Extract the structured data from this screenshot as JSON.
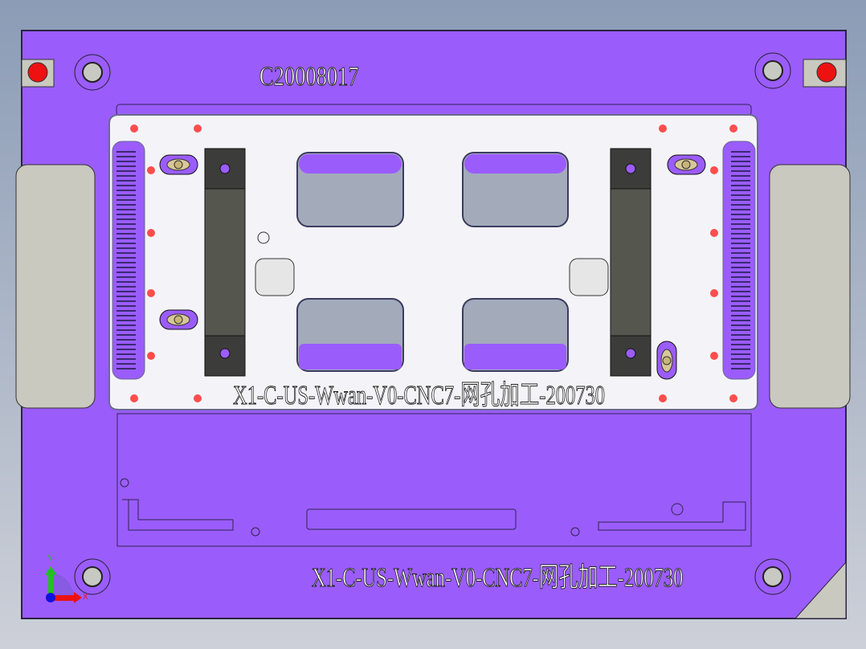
{
  "model": {
    "part_number": "C20008017",
    "engraving_plate": "X1-C-US-Wwan-V0-CNC7-网孔加工-200730",
    "engraving_base": "X1-C-US-Wwan-V0-CNC7-网孔加工-200730"
  },
  "triad": {
    "y_label": "Y",
    "x_label": "X"
  },
  "colors": {
    "base_plate": "#9b5cfc",
    "insert_plate": "#f4f4f8",
    "clamp": "#55574f",
    "locating_pin": "#ff4d4d",
    "side_pad": "#c9c9c0",
    "window": "#a3abbb"
  }
}
